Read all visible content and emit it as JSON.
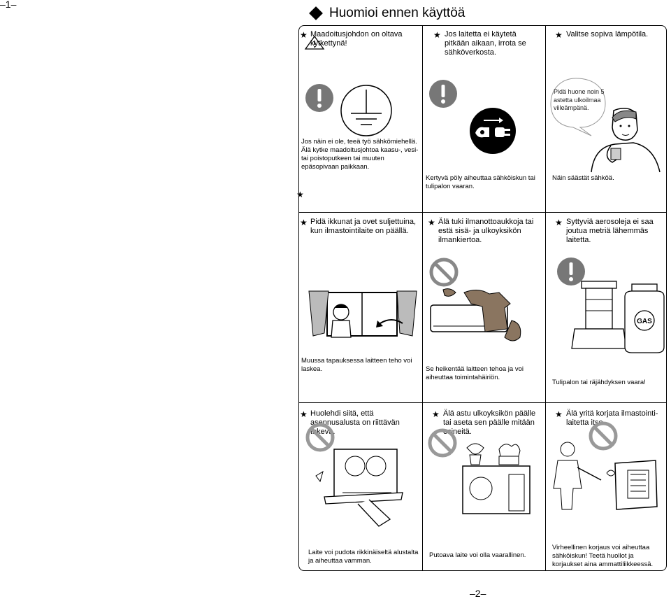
{
  "page": {
    "top_number": "–1–",
    "bottom_number": "–2–",
    "title": "Huomioi ennen käyttöä"
  },
  "icons": {
    "bullet": "star-icon",
    "mandatory": "exclamation-circle-icon",
    "prohibited": "prohibition-circle-icon",
    "ground": "ground-symbol-icon",
    "unplug": "unplug-icon"
  },
  "panels": {
    "p1": {
      "heading": "Maadoitusjohdon on oltava kytkettynä!",
      "caption": "Jos näin ei ole, teeä työ sähkömiehellä. Älä kytke maadoitusjohtoa kaasu-, vesi- tai poistoputkeen tai muuten epäsopivaan paikkaan."
    },
    "p2": {
      "heading": "Jos laitetta ei käytetä pitkään aikaan, irrota se sähköverkosta.",
      "caption": "Kertyvä pöly aiheuttaa sähköiskun tai tulipalon vaaran."
    },
    "p3": {
      "heading": "Valitse sopiva lämpötila.",
      "bubble": "Pidä huone noin 5 astetta ulkoilmaa viileämpänä.",
      "caption": "Näin säästät sähköä."
    },
    "p4": {
      "heading": "Pidä ikkunat ja ovet suljettuina, kun ilmastointilaite on päällä.",
      "caption": "Muussa tapauksessa laitteen teho voi laskea."
    },
    "p5": {
      "heading": "Älä tuki ilmanottoaukkoja tai estä sisä- ja ulkoyksikön ilmankiertoa.",
      "caption": "Se heikentää laitteen tehoa ja voi aiheuttaa toimintahäiriön."
    },
    "p6": {
      "heading": "Syttyviä aerosoleja ei saa joutua metriä lähemmäs laitetta.",
      "label": "GAS",
      "caption": "Tulipalon tai räjähdyksen vaara!"
    },
    "p7": {
      "heading": "Huolehdi siitä, että asennusalusta on riittävän tukeva.",
      "caption": "Laite voi pudota rikkinäiseltä alustalta ja aiheuttaa vamman."
    },
    "p8": {
      "heading": "Älä astu ulkoyksikön päälle tai aseta sen päälle mitään esineitä.",
      "caption": "Putoava laite voi olla vaarallinen."
    },
    "p9": {
      "heading": "Älä yritä korjata ilmastointi-laitetta itse.",
      "caption": "Virheellinen korjaus voi aiheuttaa sähköiskun! Teetä huollot ja korjaukset aina ammattiliikkeessä."
    }
  }
}
